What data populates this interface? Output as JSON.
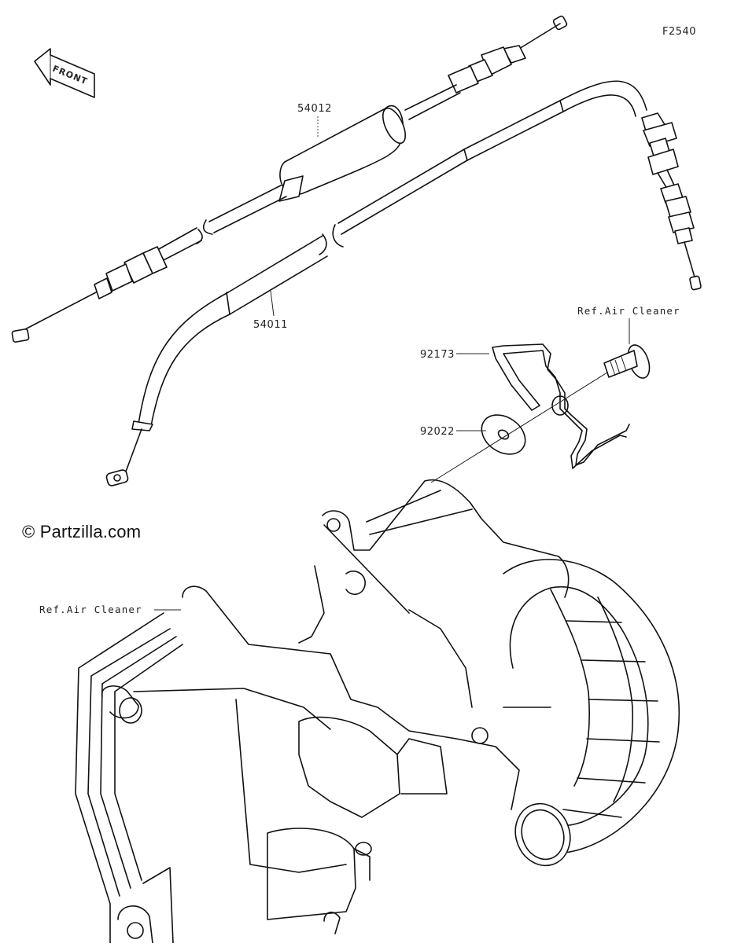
{
  "diagram_id": "F2540",
  "front_label": "FRONT",
  "copyright": "© Partzilla.com",
  "callouts": {
    "part_54012": "54012",
    "part_54011": "54011",
    "part_92173": "92173",
    "part_92022": "92022",
    "ref_air_cleaner_top": "Ref.Air Cleaner",
    "ref_air_cleaner_left": "Ref.Air Cleaner"
  }
}
